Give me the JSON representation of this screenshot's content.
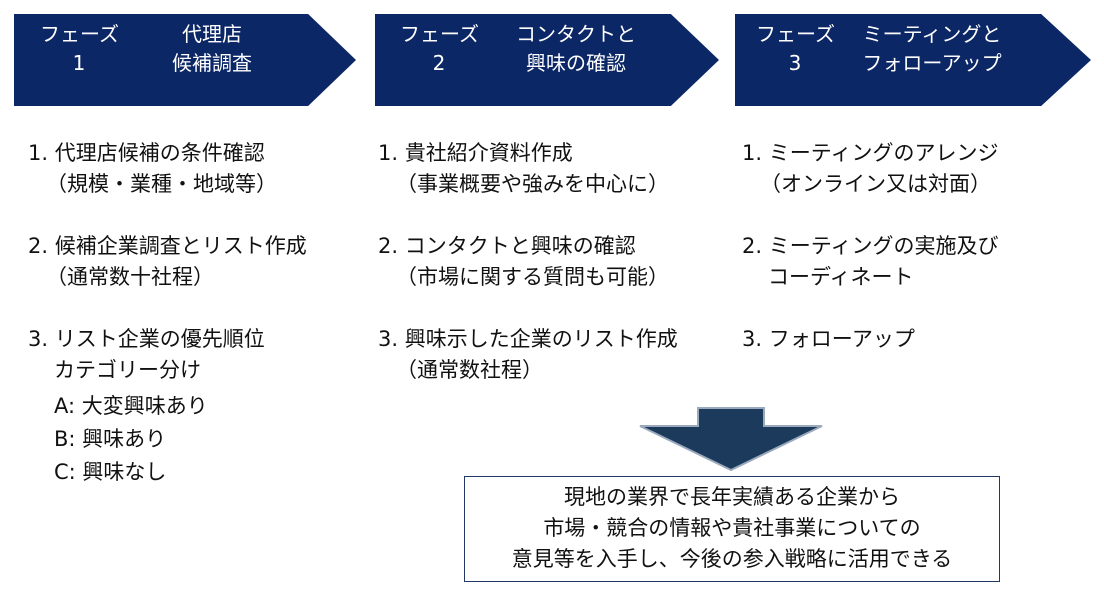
{
  "phases": [
    {
      "label_word": "フェーズ",
      "number": "1",
      "title_lines": [
        "代理店",
        "候補調査"
      ],
      "items": [
        {
          "lines": [
            "1. 代理店候補の条件確認",
            "（規模・業種・地域等）"
          ]
        },
        {
          "lines": [
            "2. 候補企業調査とリスト作成",
            "（通常数十社程）"
          ]
        },
        {
          "lines": [
            "3. リスト企業の優先順位",
            "カテゴリー分け"
          ]
        }
      ],
      "categories": [
        "A: 大変興味あり",
        "B: 興味あり",
        "C: 興味なし"
      ]
    },
    {
      "label_word": "フェーズ",
      "number": "2",
      "title_lines": [
        "コンタクトと",
        "興味の確認"
      ],
      "items": [
        {
          "lines": [
            "1. 貴社紹介資料作成",
            "（事業概要や強みを中心に）"
          ]
        },
        {
          "lines": [
            "2. コンタクトと興味の確認",
            "（市場に関する質問も可能）"
          ]
        },
        {
          "lines": [
            "3. 興味示した企業のリスト作成",
            "（通常数社程）"
          ]
        }
      ]
    },
    {
      "label_word": "フェーズ",
      "number": "3",
      "title_lines": [
        "ミーティングと",
        "フォローアップ"
      ],
      "items": [
        {
          "lines": [
            "1. ミーティングのアレンジ",
            "（オンライン又は対面）"
          ]
        },
        {
          "lines": [
            "2. ミーティングの実施及び",
            "コーディネート"
          ]
        },
        {
          "lines": [
            "3. フォローアップ"
          ]
        }
      ]
    }
  ],
  "result": {
    "lines": [
      "現地の業界で長年実績ある企業から",
      "市場・競合の情報や貴社事業についての",
      "意見等を入手し、今後の参入戦略に活用できる"
    ]
  },
  "colors": {
    "chevron_fill": "#0c2766",
    "arrow_fill": "#1b3a5c",
    "arrow_stroke": "#9aa9bc",
    "box_border": "#1f3864"
  }
}
